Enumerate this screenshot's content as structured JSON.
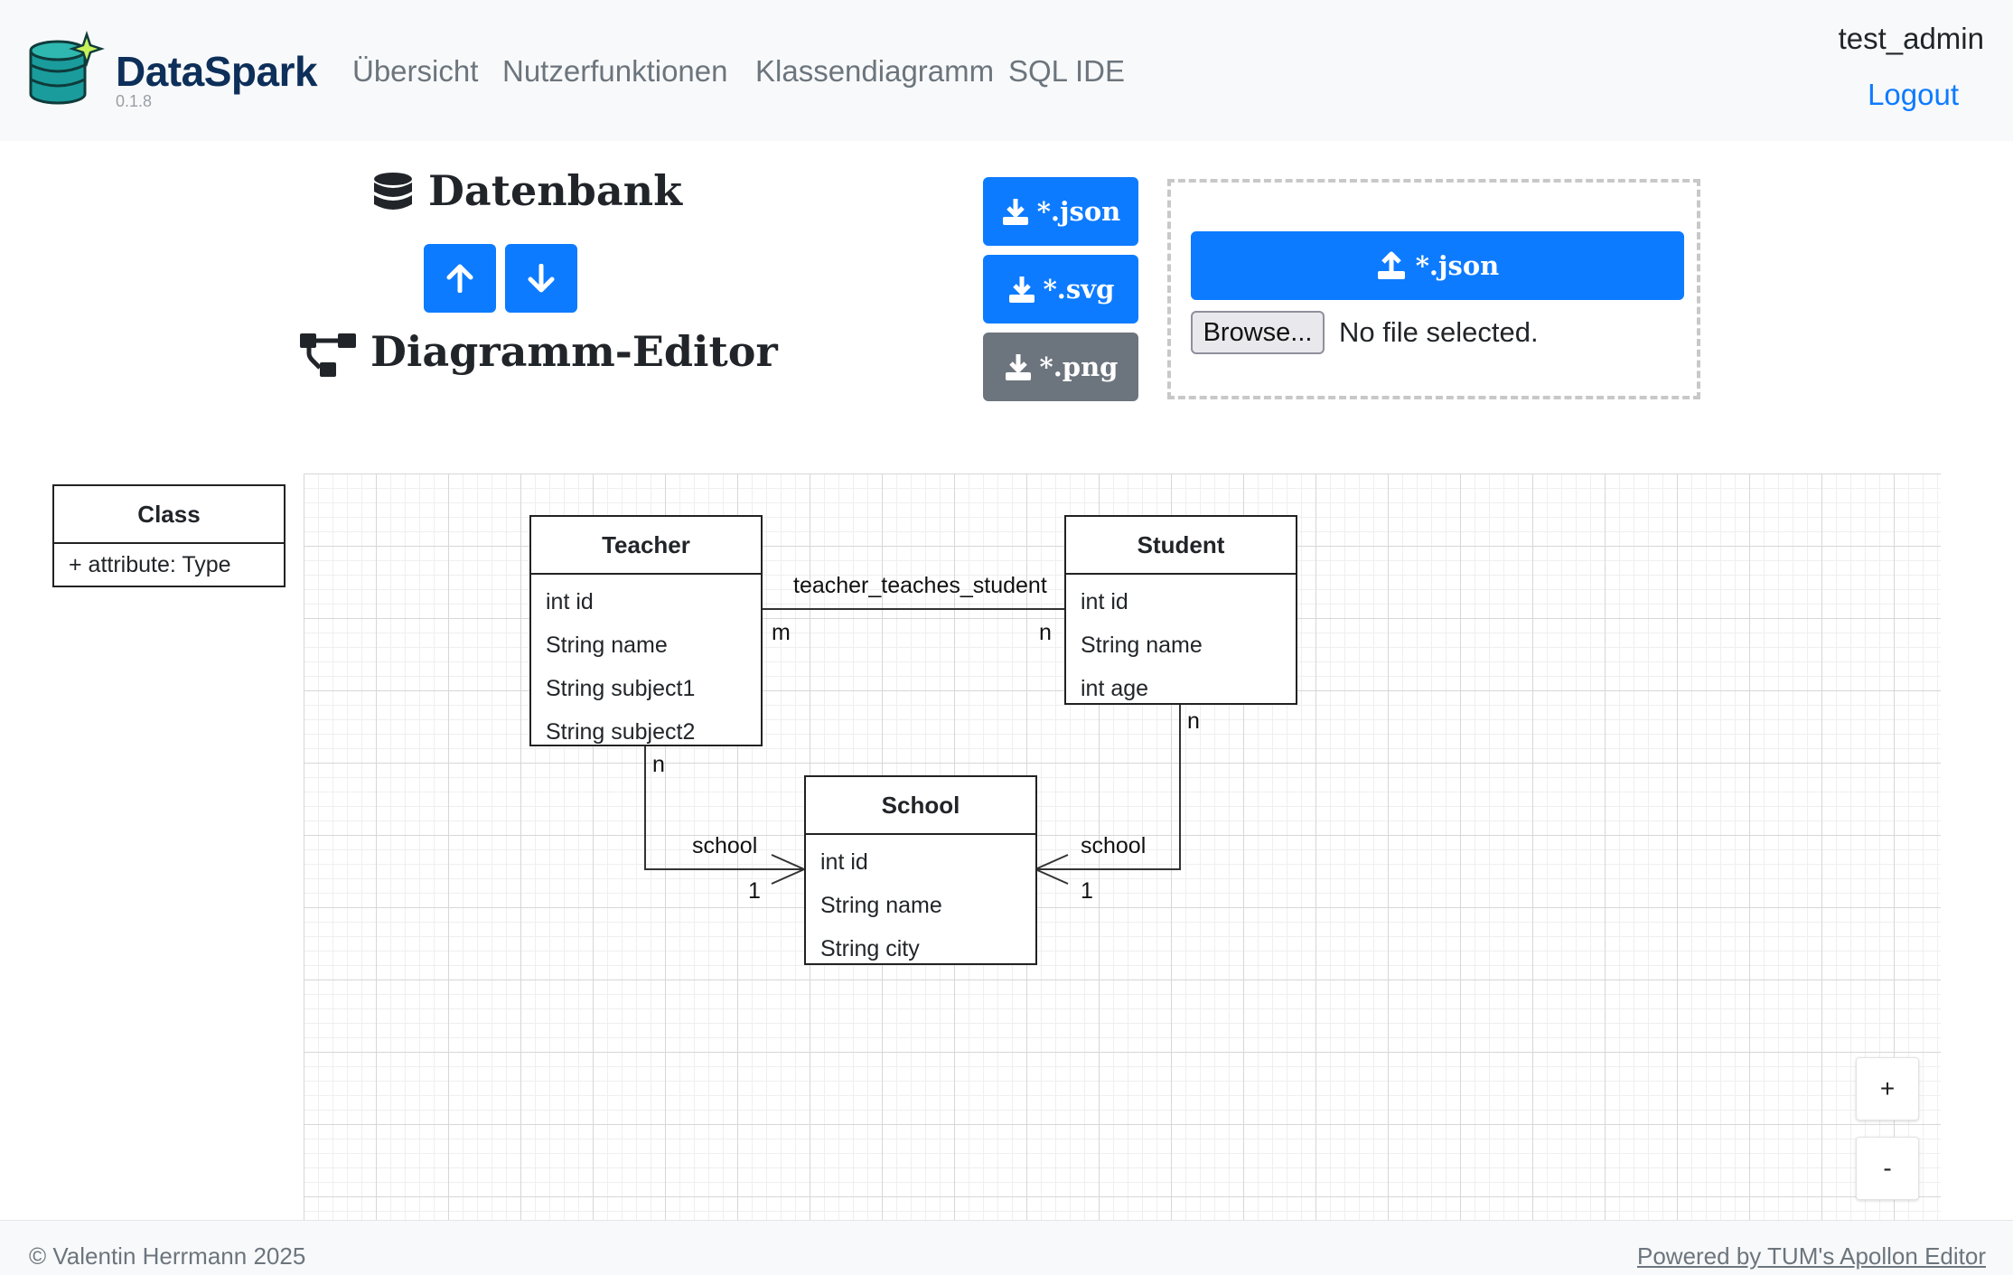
{
  "brand": {
    "name": "DataSpark",
    "version": "0.1.8"
  },
  "nav": [
    "Übersicht",
    "Nutzerfunktionen",
    "Klassendiagramm",
    "SQL IDE"
  ],
  "user": {
    "name": "test_admin",
    "logout_label": "Logout"
  },
  "headings": {
    "database": "Datenbank",
    "diagram_editor": "Diagramm-Editor"
  },
  "icons": {
    "database": "database-icon",
    "diagram": "sitemap-icon",
    "arrow_up": "arrow-up-icon",
    "arrow_down": "arrow-down-icon",
    "download": "download-icon",
    "upload": "upload-icon"
  },
  "export_buttons": [
    "*.json",
    "*.svg",
    "*.png"
  ],
  "upload": {
    "button_label": "*.json",
    "browse_label": "Browse...",
    "file_status": "No file selected."
  },
  "palette": {
    "title": "Class",
    "attribute": "+ attribute: Type"
  },
  "diagram": {
    "classes": {
      "teacher": {
        "name": "Teacher",
        "attributes": [
          "int id",
          "String name",
          "String subject1",
          "String subject2"
        ]
      },
      "student": {
        "name": "Student",
        "attributes": [
          "int id",
          "String name",
          "int age"
        ]
      },
      "school": {
        "name": "School",
        "attributes": [
          "int id",
          "String name",
          "String city"
        ]
      }
    },
    "relations": {
      "teaches": {
        "name": "teacher_teaches_student",
        "source_multiplicity": "m",
        "target_multiplicity": "n"
      },
      "teacher_school": {
        "name": "school",
        "source_multiplicity": "n",
        "target_multiplicity": "1"
      },
      "student_school": {
        "name": "school",
        "source_multiplicity": "n",
        "target_multiplicity": "1"
      }
    }
  },
  "zoom": {
    "in": "+",
    "out": "-"
  },
  "footer": {
    "copyright": "© Valentin Herrmann 2025",
    "powered": "Powered by TUM's Apollon Editor"
  },
  "colors": {
    "primary": "#0d7bff",
    "secondary": "#6c757d",
    "navbar_bg": "#f8f9fa",
    "brand_text": "#0d2f5a",
    "logo_teal": "#1a9c9c"
  }
}
